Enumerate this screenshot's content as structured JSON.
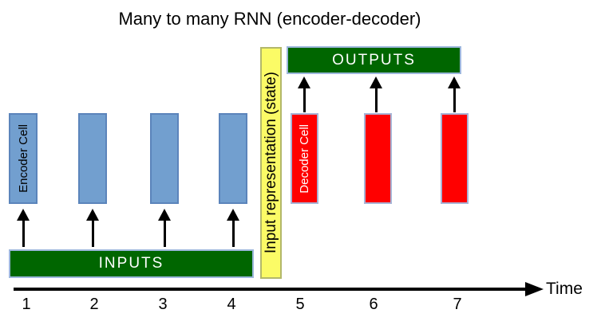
{
  "title": "Many to many RNN (encoder-decoder)",
  "encoder": {
    "cell_label": "Encoder Cell",
    "inputs_label": "INPUTS",
    "cell_count": 4,
    "cell_fill": "#729fcf",
    "bar_fill": "#006600"
  },
  "state_bar": {
    "label": "Input representation (state)",
    "fill": "#fbfb66"
  },
  "decoder": {
    "cell_label": "Decoder Cell",
    "outputs_label": "OUTPUTS",
    "cell_count": 3,
    "cell_fill": "#ff0000",
    "bar_fill": "#006600"
  },
  "timeline": {
    "axis_label": "Time",
    "ticks": [
      "1",
      "2",
      "3",
      "4",
      "5",
      "6",
      "7"
    ]
  },
  "colors": {
    "encoder_cell": "#729fcf",
    "decoder_cell": "#ff0000",
    "io_bar": "#006600",
    "state_bar": "#fbfb66",
    "arrow": "#000000",
    "text_dark": "#000000",
    "text_light": "#ffffff"
  }
}
